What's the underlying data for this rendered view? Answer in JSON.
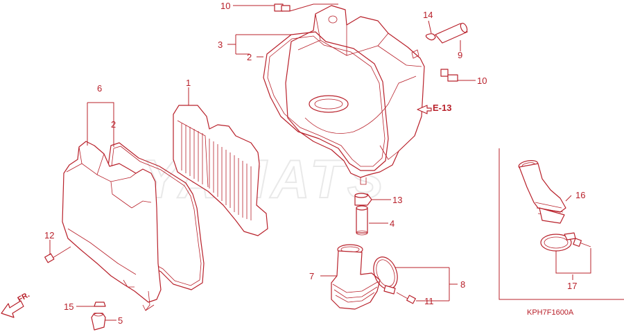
{
  "watermark": "YAMATS",
  "diagram_code": "KPH7F1600A",
  "reference": {
    "label": "E-13"
  },
  "direction_marker": {
    "label": "FR."
  },
  "callouts": [
    {
      "id": "c1",
      "label": "1"
    },
    {
      "id": "c2a",
      "label": "2"
    },
    {
      "id": "c2b",
      "label": "2"
    },
    {
      "id": "c3",
      "label": "3"
    },
    {
      "id": "c4",
      "label": "4"
    },
    {
      "id": "c5",
      "label": "5"
    },
    {
      "id": "c6",
      "label": "6"
    },
    {
      "id": "c7",
      "label": "7"
    },
    {
      "id": "c8",
      "label": "8"
    },
    {
      "id": "c9",
      "label": "9"
    },
    {
      "id": "c10a",
      "label": "10"
    },
    {
      "id": "c10b",
      "label": "10"
    },
    {
      "id": "c11",
      "label": "11"
    },
    {
      "id": "c12",
      "label": "12"
    },
    {
      "id": "c13",
      "label": "13"
    },
    {
      "id": "c14",
      "label": "14"
    },
    {
      "id": "c15",
      "label": "15"
    },
    {
      "id": "c16",
      "label": "16"
    },
    {
      "id": "c17",
      "label": "17"
    }
  ]
}
